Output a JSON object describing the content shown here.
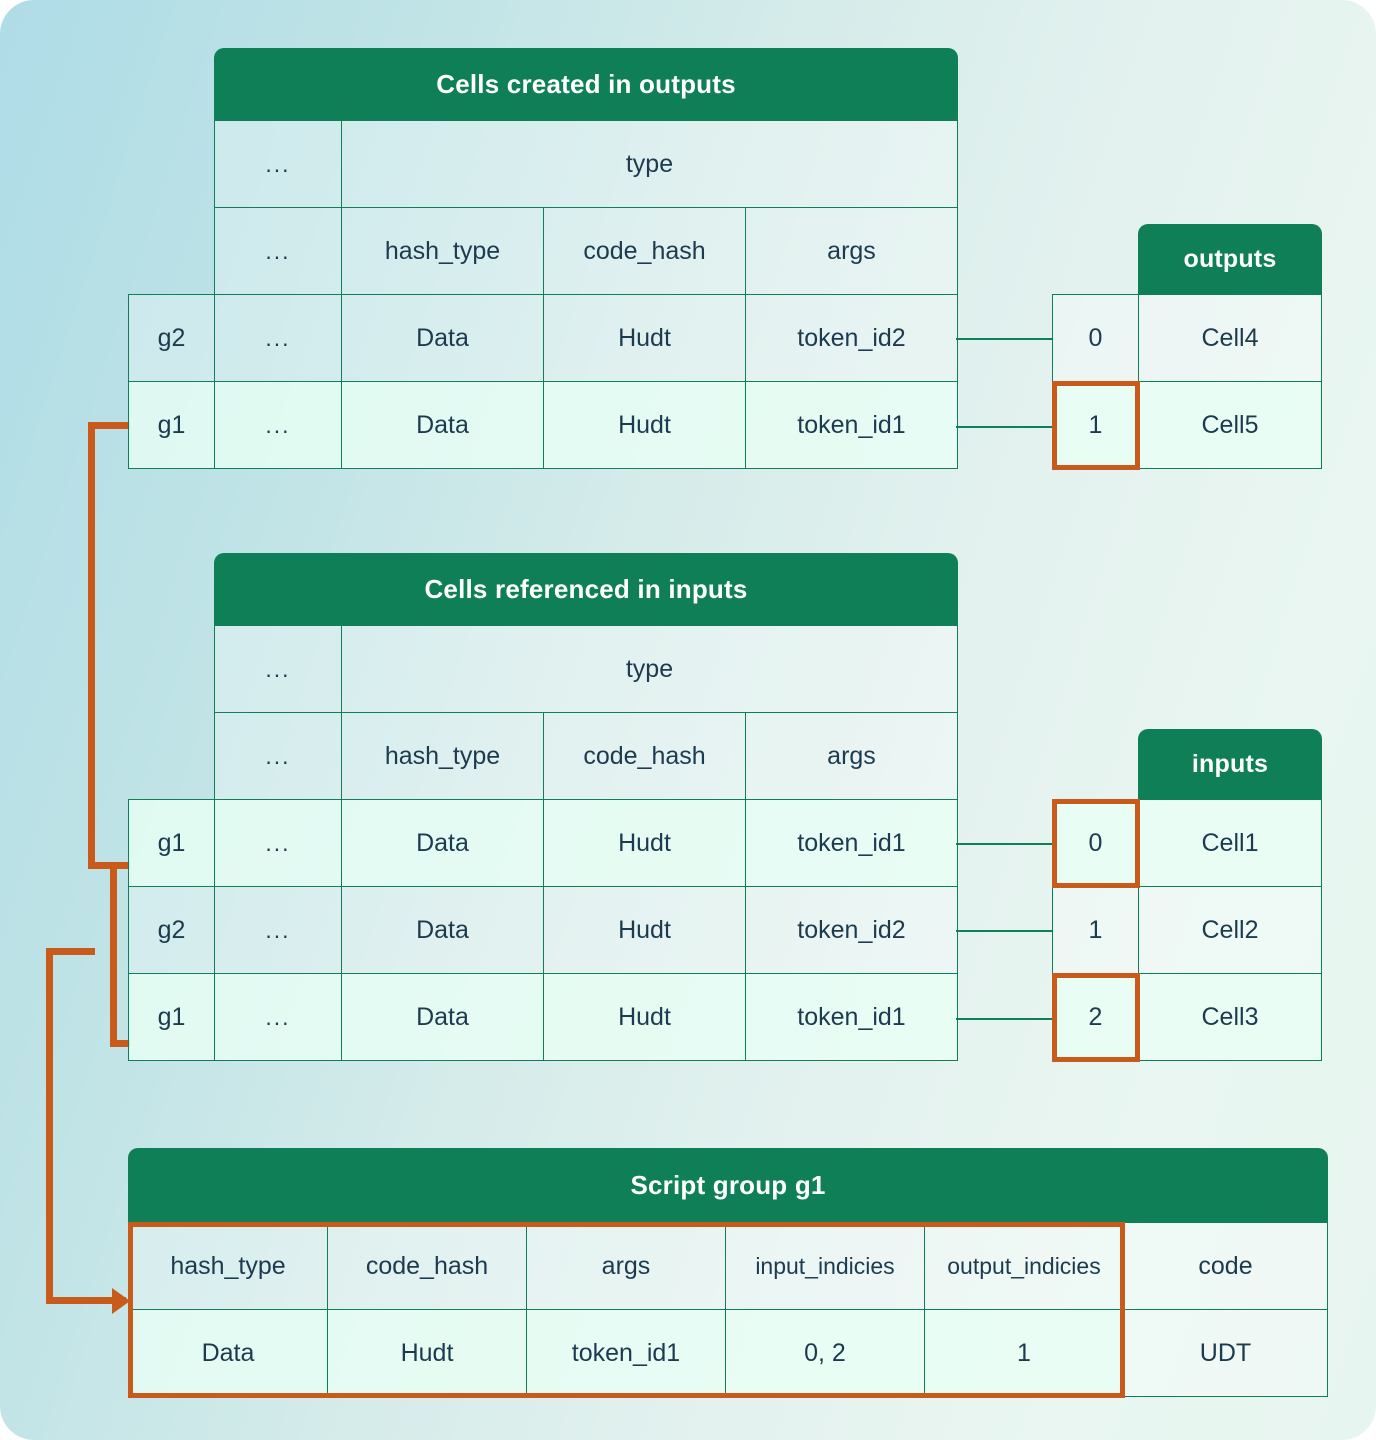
{
  "diagram": {
    "title": "CKB script group resolution diagram",
    "colors": {
      "header_green": "#0e7f57",
      "highlight_orange": "#c85a1b",
      "text_navy": "#1d3b4f",
      "bg_left": "#aedce7",
      "bg_right": "#e8f6f1"
    }
  },
  "outputs_table": {
    "caption": "Cells created in outputs",
    "group_col_header": "",
    "header_row_1": {
      "ellipsis": "...",
      "type": "type"
    },
    "header_row_2": {
      "ellipsis": "...",
      "hash_type": "hash_type",
      "code_hash": "code_hash",
      "args": "args"
    },
    "rows": [
      {
        "group": "g2",
        "ellipsis": "...",
        "hash_type": "Data",
        "code_hash": "Hudt",
        "args": "token_id2"
      },
      {
        "group": "g1",
        "ellipsis": "...",
        "hash_type": "Data",
        "code_hash": "Hudt",
        "args": "token_id1"
      }
    ]
  },
  "outputs_index": {
    "caption": "outputs",
    "rows": [
      {
        "index": "0",
        "cell": "Cell4",
        "highlighted": false
      },
      {
        "index": "1",
        "cell": "Cell5",
        "highlighted": true
      }
    ]
  },
  "inputs_table": {
    "caption": "Cells referenced in inputs",
    "header_row_1": {
      "ellipsis": "...",
      "type": "type"
    },
    "header_row_2": {
      "ellipsis": "...",
      "hash_type": "hash_type",
      "code_hash": "code_hash",
      "args": "args"
    },
    "rows": [
      {
        "group": "g1",
        "ellipsis": "...",
        "hash_type": "Data",
        "code_hash": "Hudt",
        "args": "token_id1"
      },
      {
        "group": "g2",
        "ellipsis": "...",
        "hash_type": "Data",
        "code_hash": "Hudt",
        "args": "token_id2"
      },
      {
        "group": "g1",
        "ellipsis": "...",
        "hash_type": "Data",
        "code_hash": "Hudt",
        "args": "token_id1"
      }
    ]
  },
  "inputs_index": {
    "caption": "inputs",
    "rows": [
      {
        "index": "0",
        "cell": "Cell1",
        "highlighted": true
      },
      {
        "index": "1",
        "cell": "Cell2",
        "highlighted": false
      },
      {
        "index": "2",
        "cell": "Cell3",
        "highlighted": true
      }
    ]
  },
  "script_group": {
    "caption": "Script group g1",
    "headers": [
      "hash_type",
      "code_hash",
      "args",
      "input_indicies",
      "output_indicies",
      "code"
    ],
    "values": [
      "Data",
      "Hudt",
      "token_id1",
      "0, 2",
      "1",
      "UDT"
    ]
  }
}
